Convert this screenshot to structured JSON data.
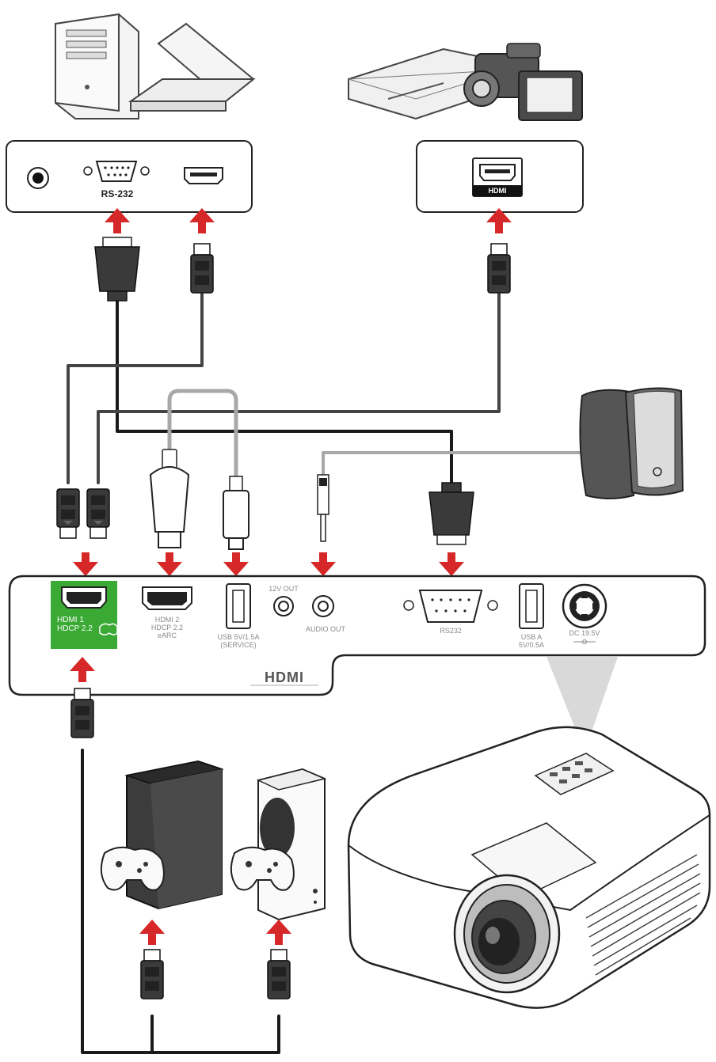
{
  "source_panel": {
    "rs232_label": "RS-232"
  },
  "hdmi_source_panel": {
    "hdmi_badge": "HDMI"
  },
  "projector_panel": {
    "hdmi1_line1": "HDMI 1",
    "hdmi1_line2": "HDCP 2.2",
    "hdmi2_line1": "HDMI 2",
    "hdmi2_line2": "HDCP 2.2",
    "hdmi2_line3": "eARC",
    "usb_service_line1": "USB 5V/1.5A",
    "usb_service_line2": "(SERVICE)",
    "twelve_v_out": "12V OUT",
    "audio_out": "AUDIO OUT",
    "rs232_port": "RS232",
    "usb_a_line1": "USB A",
    "usb_a_line2": "5V/0.5A",
    "dc_in": "DC 19.5V",
    "hdmi_logo": "HDMI"
  },
  "colors": {
    "arrow": "#d62828",
    "cable_dark": "#333333",
    "cable_grey": "#a8a8a8",
    "hdmi1_highlight": "#3aaa35",
    "panel_border": "#222222",
    "beam": "#d9d9d9"
  },
  "icons": [
    "computer-tower-icon",
    "laptop-icon",
    "blu-ray-player-icon",
    "camcorder-icon",
    "speakers-icon",
    "xbox-series-x-icon",
    "xbox-series-s-icon",
    "game-controller-icon",
    "projector-icon",
    "hdmi-connector-icon",
    "vga-connector-icon",
    "usb-dongle-icon",
    "audio-jack-icon"
  ]
}
